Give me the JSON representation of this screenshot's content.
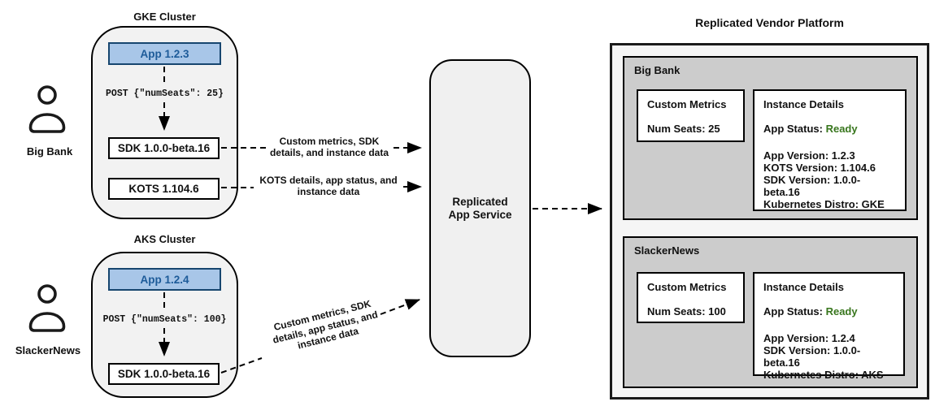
{
  "clusters": [
    {
      "title": "GKE Cluster",
      "actor": "Big Bank",
      "app_label": "App 1.2.3",
      "post_label": "POST {\"numSeats\": 25}",
      "sdk_label": "SDK 1.0.0-beta.16",
      "kots_label": "KOTS 1.104.6"
    },
    {
      "title": "AKS Cluster",
      "actor": "SlackerNews",
      "app_label": "App 1.2.4",
      "post_label": "POST {\"numSeats\": 100}",
      "sdk_label": "SDK 1.0.0-beta.16"
    }
  ],
  "arrows": {
    "sdk_to_service": {
      "line1": "Custom metrics, SDK",
      "line2": "details, and instance data"
    },
    "kots_to_service": {
      "line1": "KOTS details, app status, and",
      "line2": "instance data"
    },
    "aks_to_service": {
      "line1": "Custom metrics, SDK",
      "line2": "details, app status, and",
      "line3": "instance data"
    }
  },
  "service": {
    "line1": "Replicated",
    "line2": "App Service"
  },
  "platform": {
    "title": "Replicated Vendor Platform",
    "panels": [
      {
        "name": "Big Bank",
        "metrics_title": "Custom Metrics",
        "metrics_value": "Num Seats: 25",
        "instance_title": "Instance Details",
        "status_label": "App Status:",
        "status_value": "Ready",
        "details": [
          "App Version: 1.2.3",
          "KOTS Version: 1.104.6",
          "SDK Version: 1.0.0-beta.16",
          "Kubernetes Distro: GKE"
        ]
      },
      {
        "name": "SlackerNews",
        "metrics_title": "Custom Metrics",
        "metrics_value": "Num Seats: 100",
        "instance_title": "Instance Details",
        "status_label": "App Status:",
        "status_value": "Ready",
        "details": [
          "App Version: 1.2.4",
          "SDK Version: 1.0.0-beta.16",
          "Kubernetes Distro: AKS"
        ]
      }
    ]
  },
  "colors": {
    "cluster_fill": "#f2f2f2",
    "app_fill": "#a8c6e8",
    "app_border": "#17466f",
    "app_text": "#1d5b99",
    "service_fill": "#f0f0f0",
    "platform_fill": "#f5f5f5",
    "panel_fill": "#cccccc",
    "ready": "#38761d"
  }
}
